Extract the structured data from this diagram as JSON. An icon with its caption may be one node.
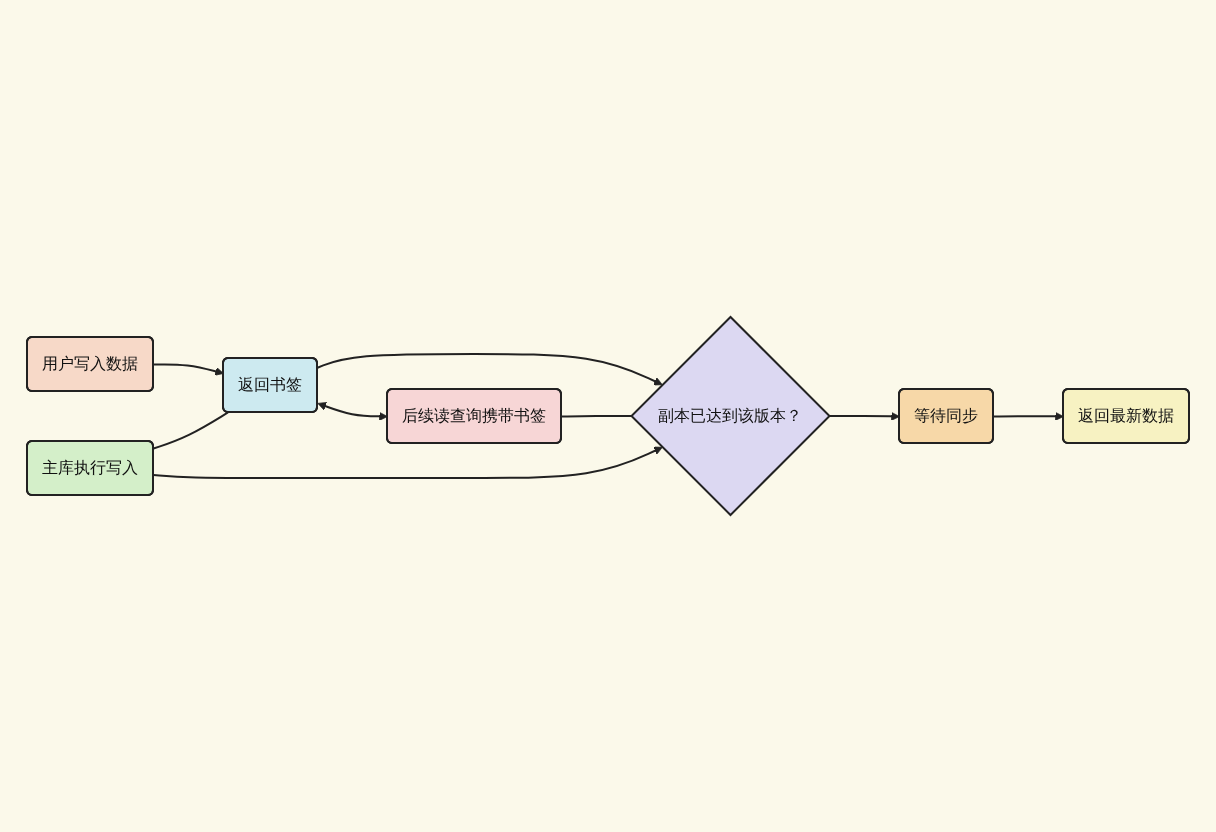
{
  "diagram": {
    "nodes": [
      {
        "text": [
          "用户写入数据"
        ]
      },
      {
        "text": [
          "主库执行写入"
        ]
      },
      {
        "text": [
          "返回书签"
        ]
      },
      {
        "text": [
          "后续读查询携带书签"
        ]
      },
      {
        "text": [
          "副本已达到该版本？"
        ]
      },
      {
        "text": [
          "等待同步"
        ]
      },
      {
        "text": [
          "返回最新数据"
        ]
      }
    ],
    "edges": [
      {
        "from": 0,
        "to": 2,
        "arrow": "to"
      },
      {
        "from": 1,
        "to": 2,
        "arrow": "none"
      },
      {
        "from": 2,
        "to": 4,
        "arrow": "to"
      },
      {
        "from": 1,
        "to": 4,
        "arrow": "to"
      },
      {
        "from": 2,
        "to": 3,
        "arrow": "both"
      },
      {
        "from": 3,
        "to": 4,
        "arrow": "none"
      },
      {
        "from": 4,
        "to": 5,
        "arrow": "to"
      },
      {
        "from": 5,
        "to": 6,
        "arrow": "to"
      }
    ]
  }
}
